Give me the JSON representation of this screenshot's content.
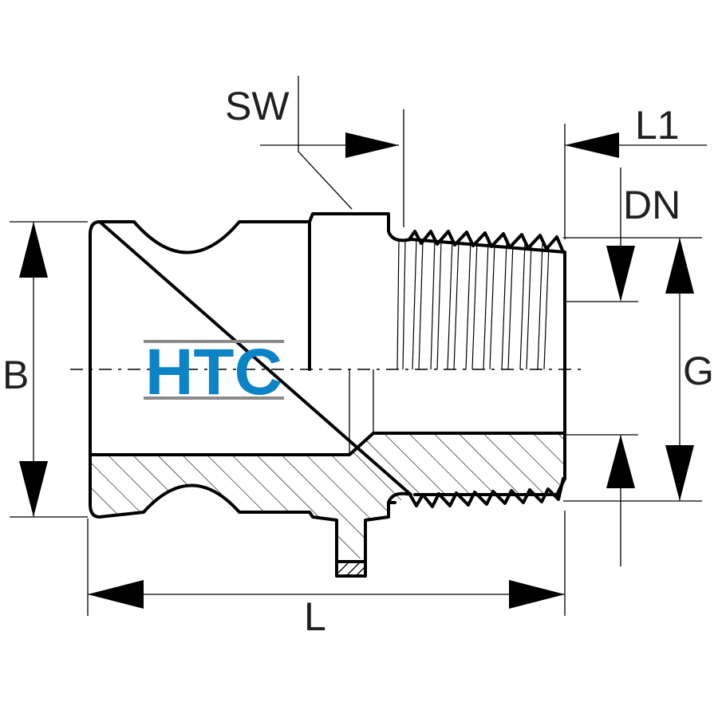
{
  "labels": {
    "sw": "SW",
    "l1": "L1",
    "dn": "DN",
    "b": "B",
    "g": "G",
    "l": "L"
  },
  "logo": {
    "text": "HTC",
    "text_color": "#0a84c6",
    "rule_color": "#8a8a8a"
  },
  "colors": {
    "line": "#000000",
    "label": "#231f20",
    "background": "#ffffff"
  }
}
